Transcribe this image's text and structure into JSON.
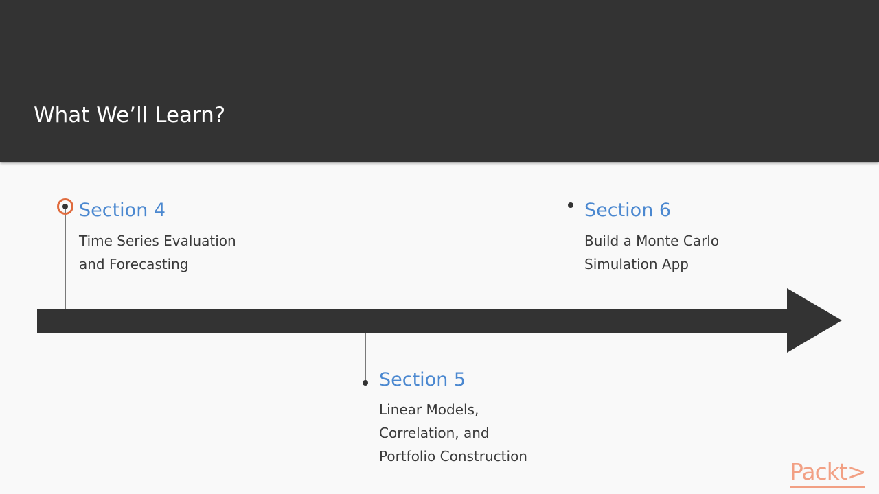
{
  "header": {
    "title": "What We’ll Learn?"
  },
  "sections": [
    {
      "title": "Section 4",
      "lines": [
        "Time Series Evaluation",
        "and Forecasting"
      ]
    },
    {
      "title": "Section 5",
      "lines": [
        "Linear Models,",
        "Correlation, and",
        "Portfolio Construction"
      ]
    },
    {
      "title": "Section 6",
      "lines": [
        "Build a Monte Carlo",
        "Simulation App"
      ]
    }
  ],
  "logo": {
    "text": "Packt>"
  },
  "colors": {
    "header_bg": "#333333",
    "section_title": "#4b88d0",
    "highlight_ring": "#e06b3d",
    "logo": "#f2a084"
  }
}
